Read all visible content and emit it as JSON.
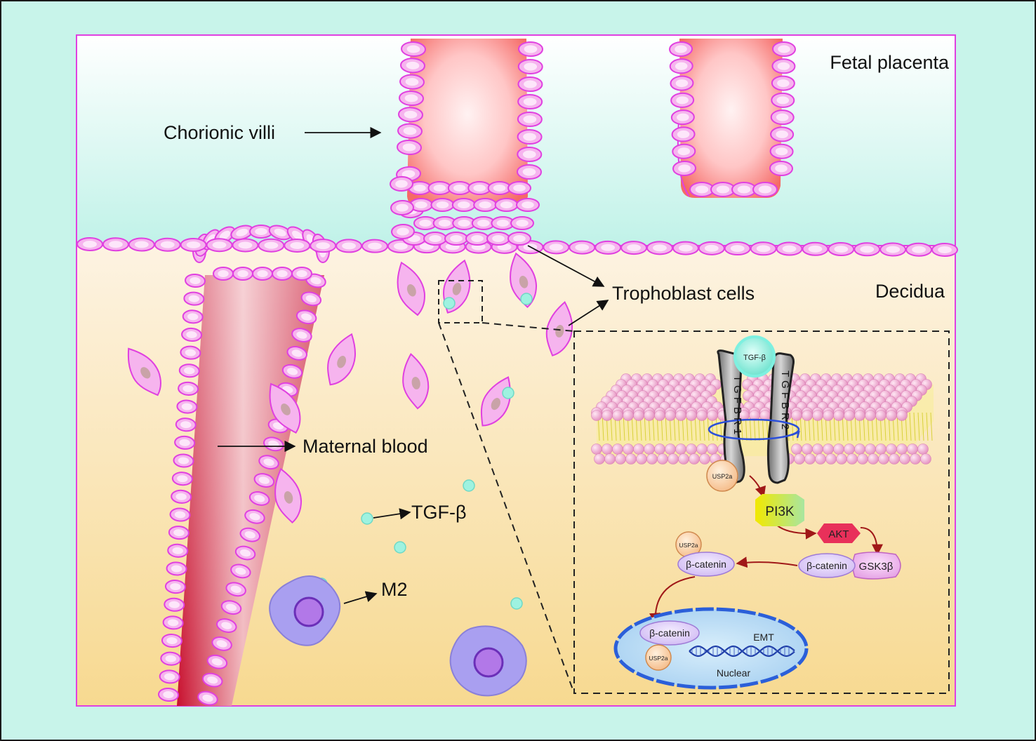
{
  "labels": {
    "fetal_placenta": "Fetal placenta",
    "chorionic_villi": "Chorionic villi",
    "trophoblast_cells": "Trophoblast cells",
    "decidua": "Decidua",
    "maternal_blood": "Maternal blood",
    "tgf_beta": "TGF-β",
    "m2": "M2"
  },
  "inset": {
    "ligand": "TGF-β",
    "receptor_1": "TGFBR1",
    "receptor_2": "TGFBR2",
    "usp2a": "USP2a",
    "pi3k": "PI3K",
    "akt": "AKT",
    "gsk3b": "GSK3β",
    "beta_catenin": "β-catenin",
    "emt": "EMT",
    "nuclear": "Nuclear"
  },
  "colors": {
    "background": "#c8f4ea",
    "cell_membrane": "#e040e0",
    "cell_fill": "#f6b4ee",
    "vessel": "#c8102e",
    "pi3k": "#f2e800",
    "akt": "#e8305a",
    "macrophage": "#a99ff0",
    "nucleus_membrane": "#2b5fd9",
    "arrow_pathway": "#a01818"
  }
}
